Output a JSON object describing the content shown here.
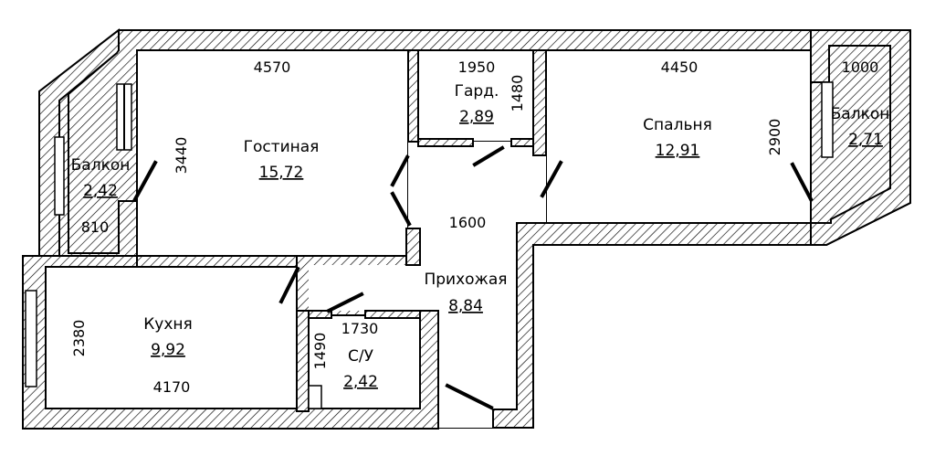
{
  "rooms": {
    "living": {
      "name": "Гостиная",
      "area": "15,72"
    },
    "bedroom": {
      "name": "Спальня",
      "area": "12,91"
    },
    "wardrobe": {
      "name": "Гард.",
      "area": "2,89"
    },
    "balcony_left": {
      "name": "Балкон",
      "area": "2,42"
    },
    "balcony_right": {
      "name": "Балкон",
      "area": "2,71"
    },
    "hall": {
      "name": "Прихожая",
      "area": "8,84"
    },
    "kitchen": {
      "name": "Кухня",
      "area": "9,92"
    },
    "bathroom": {
      "name": "С/У",
      "area": "2,42"
    }
  },
  "dimensions": {
    "living_width": "4570",
    "living_depth": "3440",
    "wardrobe_width": "1950",
    "wardrobe_depth": "1480",
    "bedroom_width": "4450",
    "bedroom_depth": "2900",
    "balcony_right_width": "1000",
    "balcony_left_width": "810",
    "hall_width": "1600",
    "kitchen_depth": "2380",
    "kitchen_width": "4170",
    "bathroom_width": "1730",
    "bathroom_depth": "1490"
  }
}
